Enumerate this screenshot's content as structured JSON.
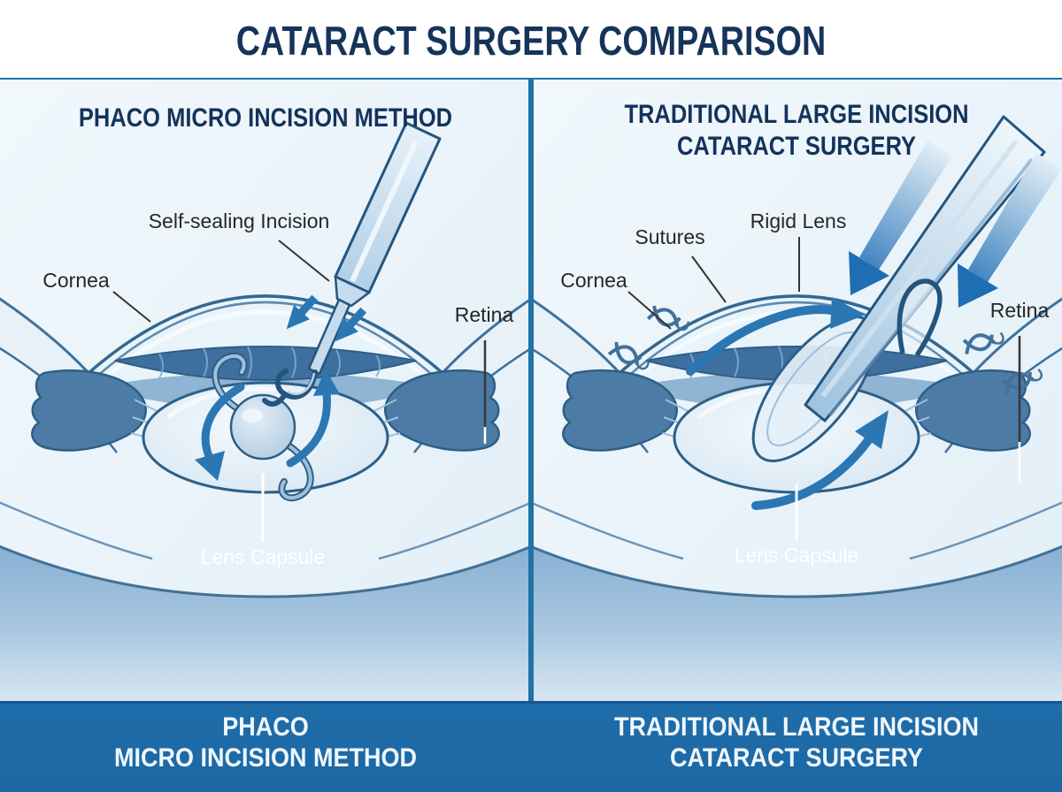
{
  "header": {
    "title": "CATARACT SURGERY COMPARISON"
  },
  "panels": {
    "left": {
      "heading": "PHACO MICRO INCISION METHOD",
      "labels": {
        "incision": "Self-sealing Incision",
        "cornea": "Cornea",
        "retina": "Retina",
        "lens_capsule": "Lens Capsule"
      },
      "caption_line1": "PHACO",
      "caption_line2": "MICRO INCISION METHOD"
    },
    "right": {
      "heading_line1": "TRADITIONAL LARGE INCISION",
      "heading_line2": "CATARACT SURGERY",
      "labels": {
        "cornea": "Cornea",
        "sutures": "Sutures",
        "rigid_lens": "Rigid Lens",
        "retina": "Retina",
        "lens_capsule": "Lens Capsule"
      },
      "caption_line1": "TRADITIONAL LARGE INCISION",
      "caption_line2": "CATARACT SURGERY"
    }
  },
  "colors": {
    "accent_blue": "#2273a5",
    "band_blue": "#1d6ba7",
    "title_navy": "#16345a",
    "label_dark": "#262626",
    "label_light": "#ffffff",
    "arrow_blue": "#2b77b4"
  }
}
